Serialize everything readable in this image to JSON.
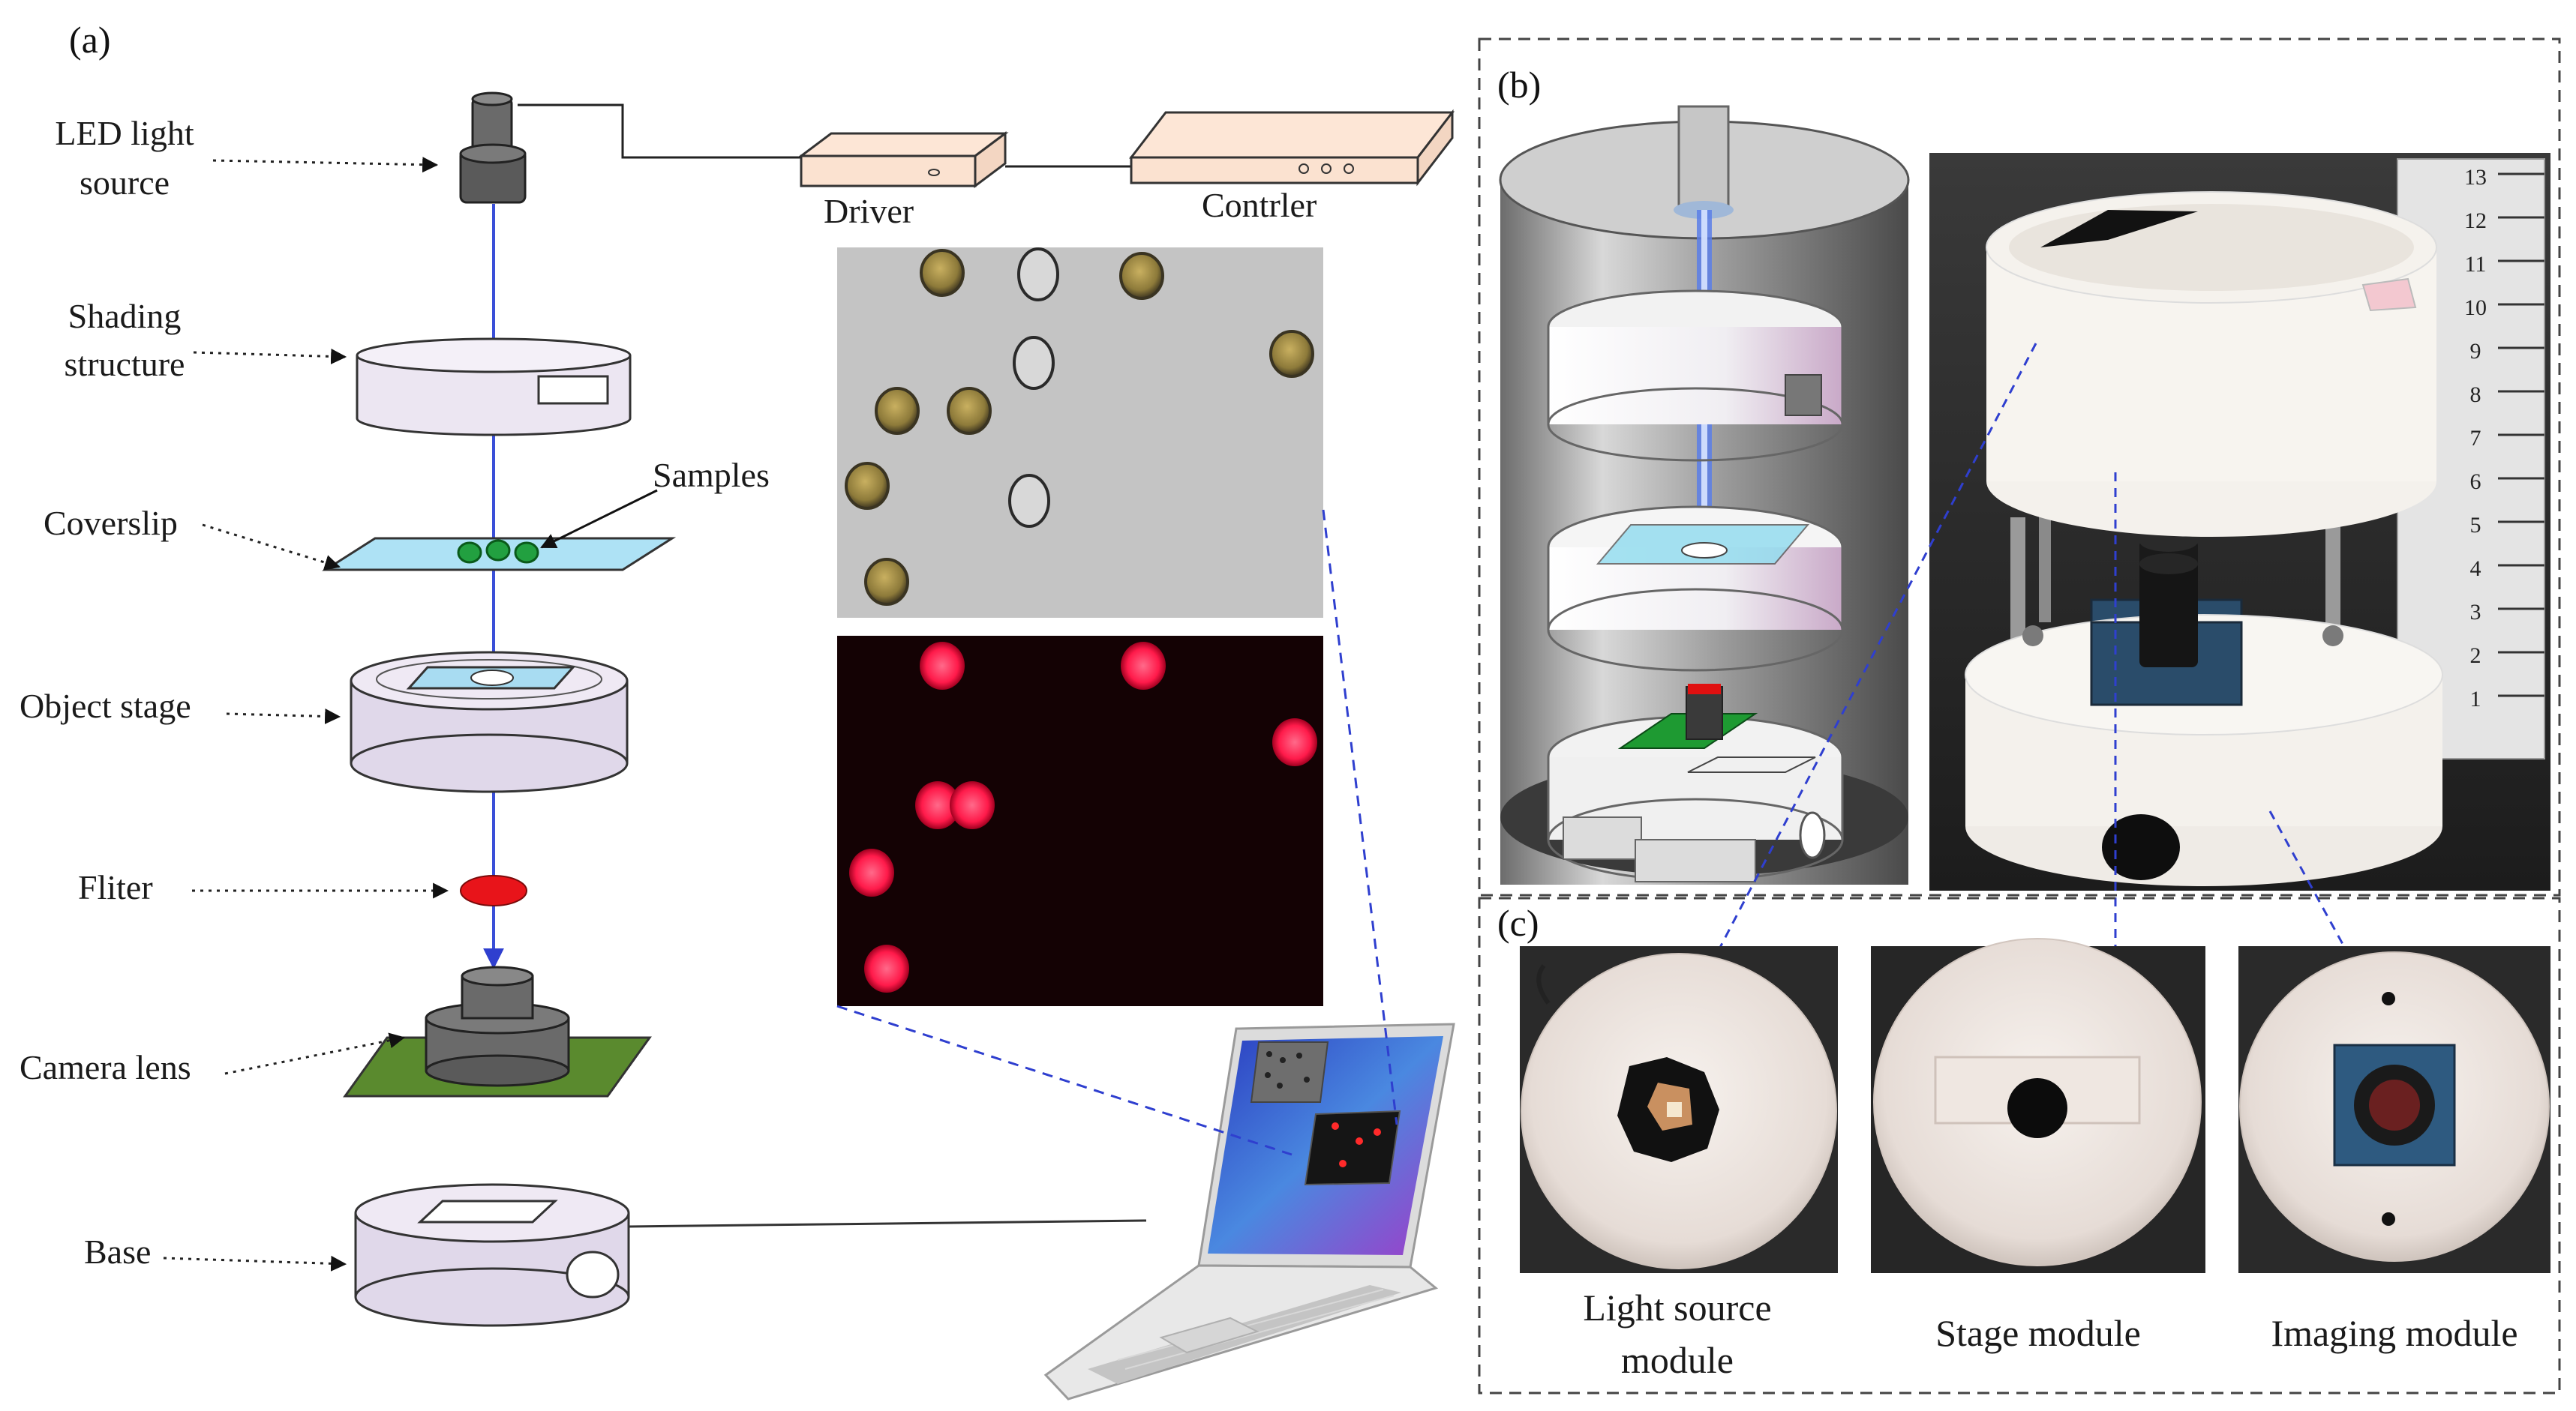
{
  "panels": {
    "a": "(a)",
    "b": "(b)",
    "c": "(c)"
  },
  "schematic_labels": {
    "led_line1": "LED light",
    "led_line2": "source",
    "shading_line1": "Shading",
    "shading_line2": "structure",
    "samples": "Samples",
    "coverslip": "Coverslip",
    "object_stage": "Object stage",
    "fliter": "Fliter",
    "camera_lens": "Camera lens",
    "base": "Base",
    "driver": "Driver",
    "contrler": "Contrler"
  },
  "module_labels": {
    "light_line1": "Light source",
    "light_line2": "module",
    "stage": "Stage module",
    "imaging": "Imaging module"
  },
  "ruler_numbers": [
    "13",
    "12",
    "11",
    "10",
    "9",
    "8",
    "7",
    "6",
    "5",
    "4",
    "3",
    "2",
    "1"
  ],
  "colors": {
    "beam": "#3a4fd8",
    "filter": "#e8141a",
    "pcb_green": "#5a8a2e",
    "stage_lilac": "#e0d8ea",
    "fluor_red": "#ff2a55",
    "dashed_blue": "#2f3fcf"
  }
}
